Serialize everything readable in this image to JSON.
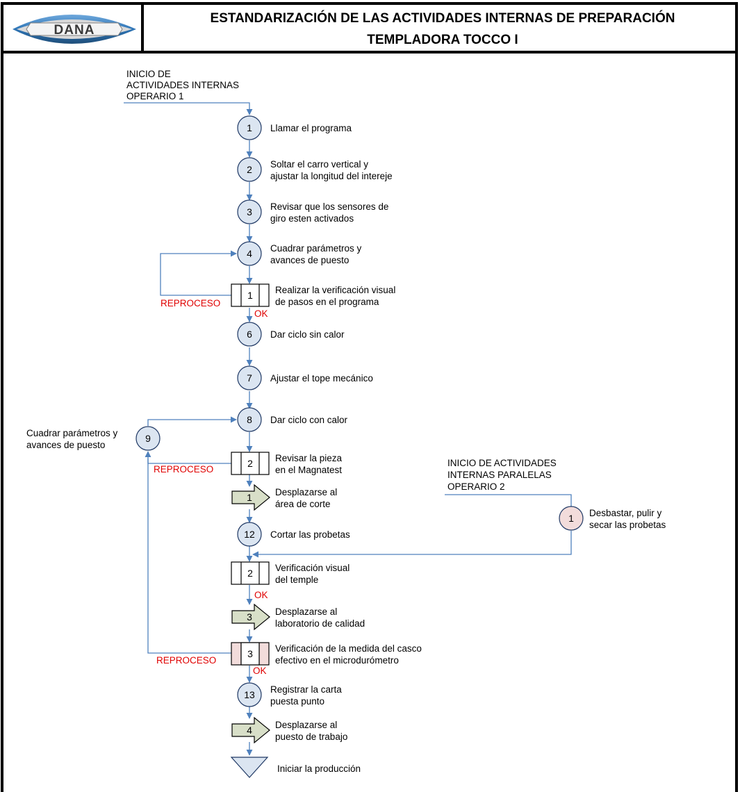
{
  "header": {
    "logo_text": "DANA",
    "title_line1": "ESTANDARIZACIÓN DE LAS ACTIVIDADES INTERNAS DE PREPARACIÓN",
    "title_line2": "TEMPLADORA TOCCO I"
  },
  "start_operator1": [
    "INICIO DE",
    "ACTIVIDADES INTERNAS",
    "OPERARIO 1"
  ],
  "start_operator2": [
    "INICIO DE ACTIVIDADES",
    "INTERNAS PARALELAS",
    "OPERARIO 2"
  ],
  "steps": [
    {
      "type": "operation",
      "num": "1",
      "text": [
        "Llamar el programa"
      ]
    },
    {
      "type": "operation",
      "num": "2",
      "text": [
        "Soltar el carro vertical y",
        "ajustar la longitud del intereje"
      ]
    },
    {
      "type": "operation",
      "num": "3",
      "text": [
        "Revisar que los sensores de",
        "giro esten activados"
      ]
    },
    {
      "type": "operation",
      "num": "4",
      "text": [
        "Cuadrar parámetros y",
        "avances de puesto"
      ]
    },
    {
      "type": "inspection",
      "num": "1",
      "text": [
        "Realizar la verificación visual",
        "de pasos en el programa"
      ]
    },
    {
      "type": "operation",
      "num": "6",
      "text": [
        "Dar ciclo sin calor"
      ]
    },
    {
      "type": "operation",
      "num": "7",
      "text": [
        "Ajustar el tope mecánico"
      ]
    },
    {
      "type": "operation",
      "num": "8",
      "text": [
        "Dar ciclo con calor"
      ]
    },
    {
      "type": "inspection",
      "num": "2",
      "text": [
        "Revisar la pieza",
        "en el Magnatest"
      ]
    },
    {
      "type": "transport",
      "num": "1",
      "text": [
        "Desplazarse al",
        "área de corte"
      ]
    },
    {
      "type": "operation",
      "num": "12",
      "text": [
        "Cortar las probetas"
      ]
    },
    {
      "type": "inspection",
      "num": "2",
      "text": [
        "Verificación visual",
        "del temple"
      ]
    },
    {
      "type": "transport",
      "num": "3",
      "text": [
        "Desplazarse al",
        "laboratorio de calidad"
      ]
    },
    {
      "type": "inspection-special",
      "num": "3",
      "text": [
        "Verificación de la medida del casco",
        "efectivo en el microdurómetro"
      ]
    },
    {
      "type": "operation",
      "num": "13",
      "text": [
        "Registrar la carta",
        "puesta punto"
      ]
    },
    {
      "type": "transport",
      "num": "4",
      "text": [
        "Desplazarse al",
        "puesto de trabajo"
      ]
    },
    {
      "type": "end",
      "num": "",
      "text": [
        "Iniciar la producción"
      ]
    }
  ],
  "side_steps": [
    {
      "type": "operation",
      "num": "9",
      "text": [
        "Cuadrar parámetros y",
        "avances de puesto"
      ]
    },
    {
      "type": "operation-parallel",
      "num": "1",
      "text": [
        "Desbastar, pulir y",
        "secar las probetas"
      ]
    }
  ],
  "flow_labels": {
    "reproceso": "REPROCESO",
    "ok": "OK"
  },
  "colors": {
    "line": "#4f81bd",
    "circle_fill": "#dbe5f1",
    "parallel_fill": "#f2dcdb",
    "transport_fill": "#d8dfc8",
    "red_text": "#e00000"
  }
}
